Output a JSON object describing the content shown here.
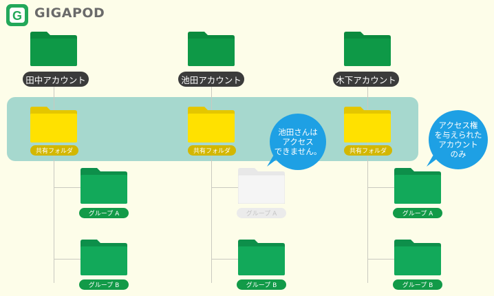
{
  "brand": {
    "name": "GIGAPOD",
    "logo_letter": "G",
    "logo_color": "#22a85a"
  },
  "colors": {
    "account_folder": "#0e9947",
    "group_folder": "#12a95a",
    "shared_folder": "#ffe100",
    "disabled_folder": "#f5f5f5",
    "band": "#a6d8ce",
    "bubble": "#1ea0e4",
    "account_label": "#3b3b3b"
  },
  "accounts": [
    {
      "label": "田中アカウント",
      "shared_label": "共有フォルダ",
      "group_a": "グループ A",
      "group_b": "グループ B"
    },
    {
      "label": "池田アカウント",
      "shared_label": "共有フォルダ",
      "group_a": "グループ A",
      "group_b": "グループ B"
    },
    {
      "label": "木下アカウント",
      "shared_label": "共有フォルダ",
      "group_a": "グループ A",
      "group_b": "グループ B"
    }
  ],
  "callouts": {
    "ikeda": [
      "池田さんは",
      "アクセス",
      "できません。"
    ],
    "kinoshita": [
      "アクセス権",
      "を与えられた",
      "アカウント",
      "のみ"
    ]
  }
}
